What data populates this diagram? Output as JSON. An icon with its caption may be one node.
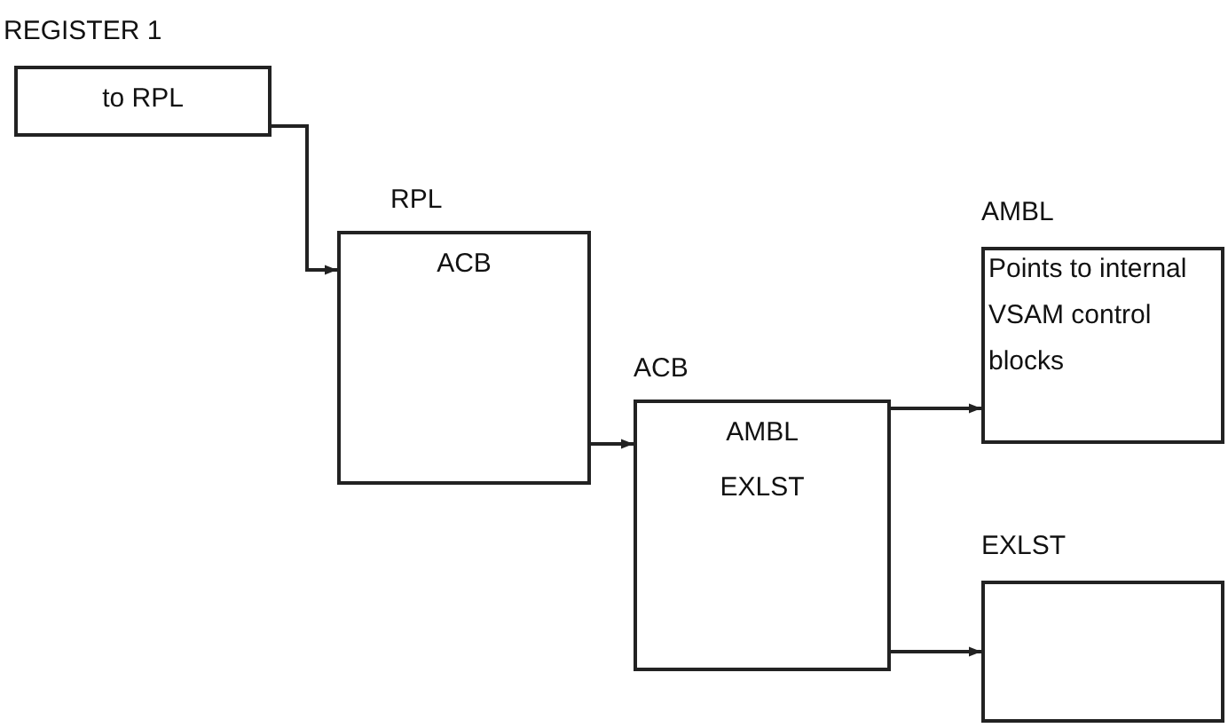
{
  "diagram": {
    "nodes": [
      {
        "text": [
          "REGISTER 1",
          "to RPL"
        ]
      },
      {
        "text": [
          "RPL",
          "ACB"
        ]
      },
      {
        "text": [
          "ACB",
          "AMBL",
          "EXLST"
        ]
      },
      {
        "text": [
          "AMBL",
          "Points to internal VSAM control blocks"
        ]
      },
      {
        "text": [
          "EXLST"
        ]
      }
    ],
    "edges": [
      {
        "from": 0,
        "to": 1,
        "arrow": "to"
      },
      {
        "from": 1,
        "to": 2,
        "arrow": "to"
      },
      {
        "from": 2,
        "to": 3,
        "arrow": "to"
      },
      {
        "from": 2,
        "to": 4,
        "arrow": "to"
      }
    ]
  }
}
